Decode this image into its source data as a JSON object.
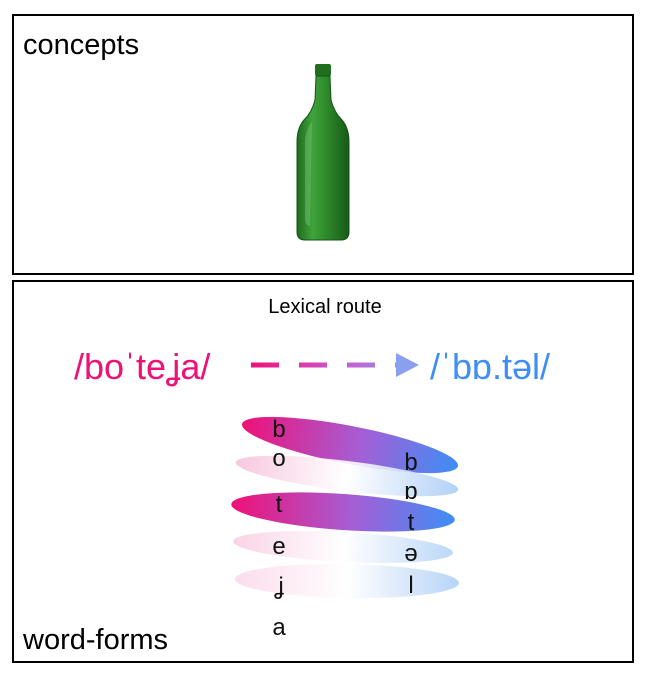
{
  "panels": {
    "concepts": {
      "label": "concepts"
    },
    "word_forms": {
      "label": "word-forms"
    }
  },
  "route": {
    "title": "Lexical route",
    "source_form": "/boˈteʝa/",
    "target_form": "/ˈbɒ.təl/"
  },
  "colors": {
    "source": "#ee1177",
    "target": "#3d8ef5",
    "arrow_mid": "#cc55cc",
    "bottle_green": "#2f8a2c"
  },
  "segments": {
    "source": [
      "b",
      "o",
      "t",
      "e",
      "ʝ",
      "a"
    ],
    "target": [
      "b",
      "ɒ",
      "t",
      "ə",
      "l"
    ]
  }
}
